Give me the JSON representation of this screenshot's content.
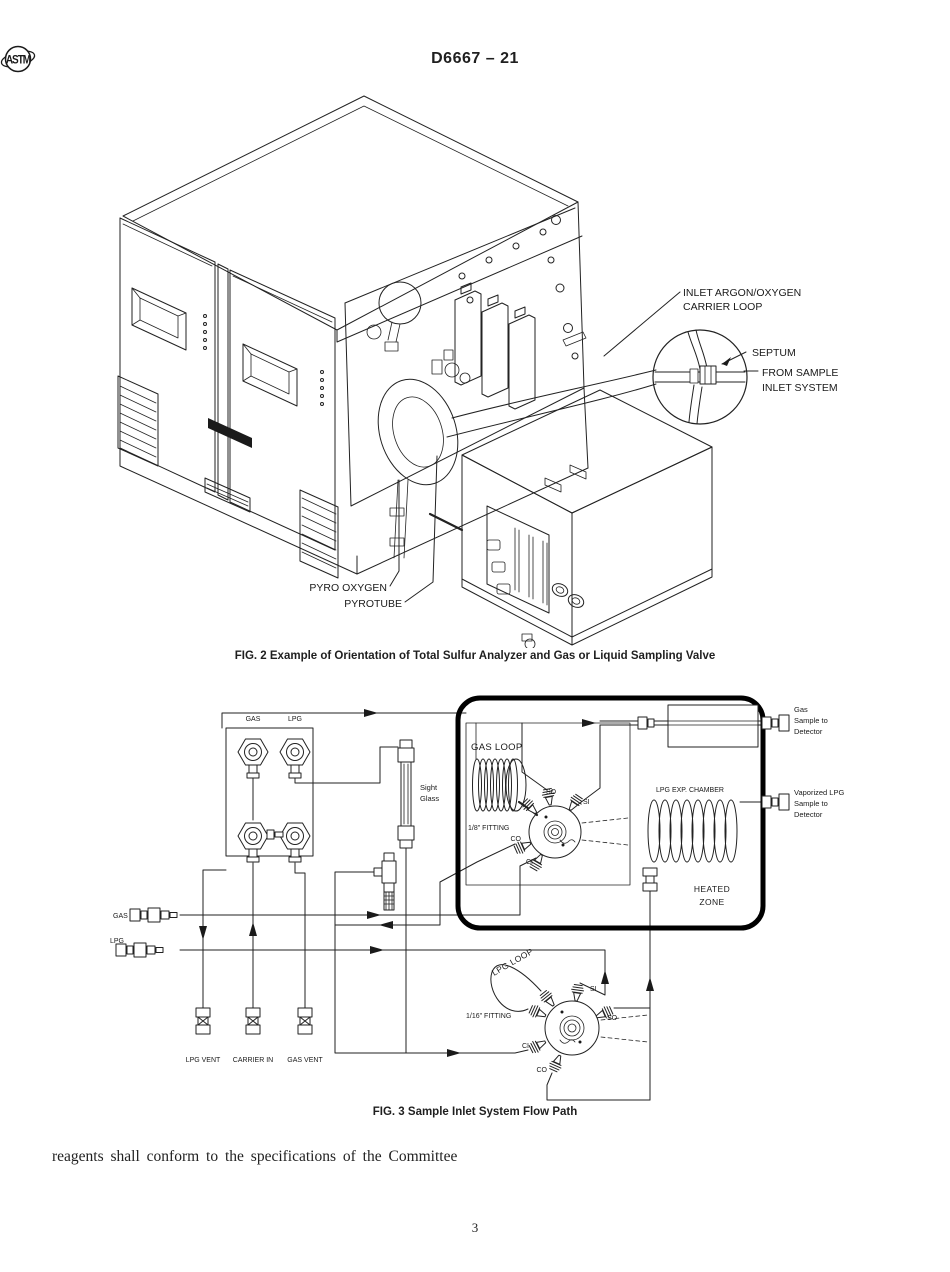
{
  "page": {
    "header_code": "D6667 – 21",
    "logo_icon": "astm-globe-logo",
    "page_number": "3",
    "body_text": "reagents shall conform to the specifications of the Committee",
    "ink_color": "#1a1a1a"
  },
  "fig2": {
    "caption": "FIG. 2 Example of Orientation of Total Sulfur Analyzer and Gas or Liquid Sampling Valve",
    "labels": {
      "inlet_1": "INLET ARGON/OXYGEN",
      "inlet_2": "CARRIER LOOP",
      "septum": "SEPTUM",
      "from_sample_1": "FROM SAMPLE",
      "from_sample_2": "INLET SYSTEM",
      "pyro_oxygen": "PYRO OXYGEN",
      "pyrotube": "PYROTUBE"
    }
  },
  "fig3": {
    "caption": "FIG. 3 Sample Inlet System Flow Path",
    "labels": {
      "gas_port": "GAS",
      "lpg_port": "LPG",
      "sight_1": "Sight",
      "sight_2": "Glass",
      "gas_loop": "GAS LOOP",
      "fitting_eighth": "1/8\" FITTING",
      "gv_so": "SO",
      "gv_si": "SI",
      "gv_co": "CO",
      "gv_ci": "CI",
      "lpg_exp_chamber": "LPG EXP. CHAMBER",
      "heated_1": "HEATED",
      "heated_2": "ZONE",
      "gas_sample_1": "Gas",
      "gas_sample_2": "Sample to",
      "gas_sample_3": "Detector",
      "vap_1": "Vaporized LPG",
      "vap_2": "Sample to",
      "vap_3": "Detector",
      "gas_inlet": "GAS",
      "lpg_inlet": "LPG",
      "lpg_vent": "LPG VENT",
      "carrier_in": "CARRIER IN",
      "gas_vent": "GAS VENT",
      "lpg_loop": "LPG LOOP",
      "fitting_sixteenth": "1/16\" FITTING",
      "lv_si": "SI",
      "lv_so": "SO",
      "lv_ci": "CI",
      "lv_co": "CO"
    }
  }
}
